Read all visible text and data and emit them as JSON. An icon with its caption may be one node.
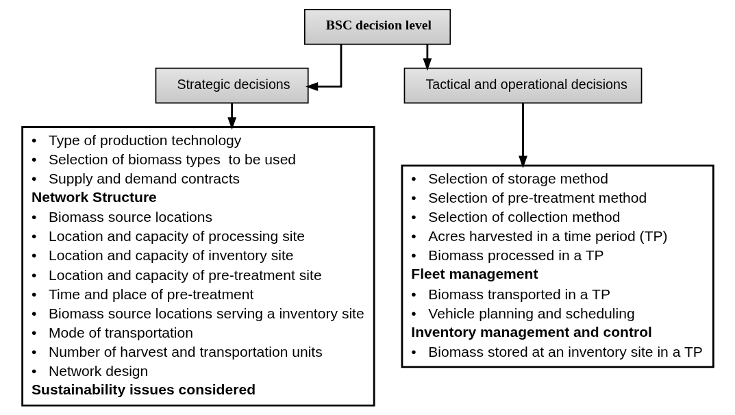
{
  "diagram": {
    "nodes": [
      {
        "text": [
          "BSC decision level"
        ]
      },
      {
        "text": [
          "Strategic decisions"
        ]
      },
      {
        "text": [
          "Tactical and operational decisions"
        ]
      },
      {
        "text": [
          "•   Type of production technology",
          "•   Selection of biomass types  to be used",
          "•   Supply and demand contracts",
          "Network Structure",
          "•   Biomass source locations",
          "•   Location and capacity of processing site",
          "•   Location and capacity of inventory site",
          "•   Location and capacity of pre-treatment site",
          "•   Time and place of pre-treatment",
          "•   Biomass source locations serving a inventory site",
          "•   Mode of transportation",
          "•   Number of harvest and transportation units",
          "•   Network design",
          "Sustainability issues considered"
        ]
      },
      {
        "text": [
          "•   Selection of storage method",
          "•   Selection of pre-treatment method",
          "•   Selection of collection method",
          "•   Acres harvested in a time period (TP)",
          "•   Biomass processed in a TP",
          "Fleet management",
          "•   Biomass transported in a TP",
          "•   Vehicle planning and scheduling",
          "Inventory management and control",
          "•   Biomass stored at an inventory site in a TP"
        ]
      }
    ],
    "edges": [
      {
        "from": 0,
        "to": 1,
        "arrow": "to"
      },
      {
        "from": 0,
        "to": 2,
        "arrow": "to"
      },
      {
        "from": 1,
        "to": 3,
        "arrow": "to"
      },
      {
        "from": 2,
        "to": 4,
        "arrow": "to"
      }
    ]
  }
}
